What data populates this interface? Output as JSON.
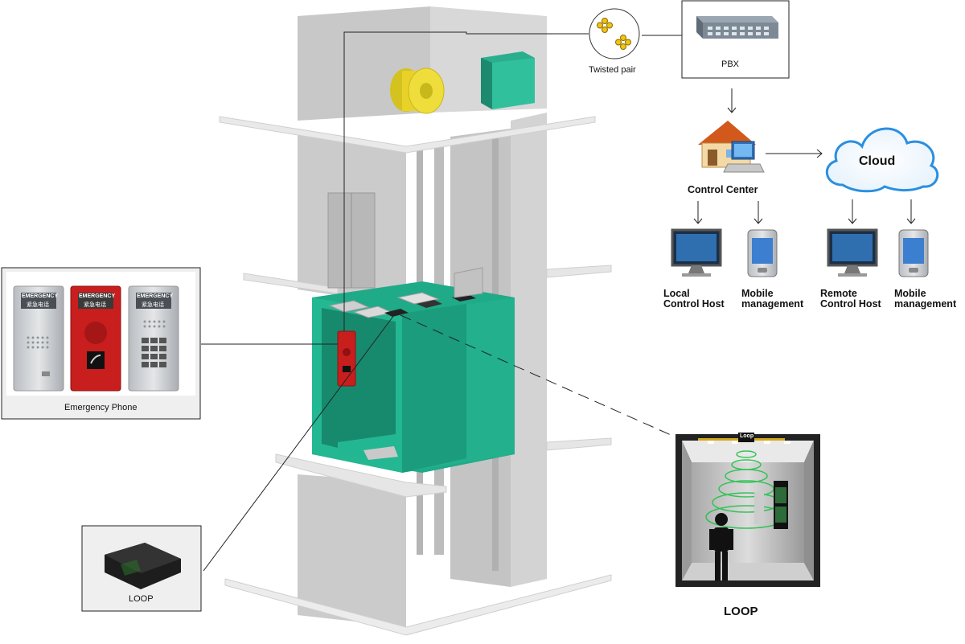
{
  "labels": {
    "twisted_pair": "Twisted pair",
    "pbx": "PBX",
    "control_center": "Control Center",
    "cloud": "Cloud",
    "local_host": "Local\nControl Host",
    "mobile_mgmt_1": "Mobile\nmanagement",
    "remote_host": "Remote\nControl Host",
    "mobile_mgmt_2": "Mobile\nmanagement",
    "emergency_phone": "Emergency Phone",
    "loop_box": "LOOP",
    "loop_big": "LOOP",
    "loop_tag": "Loop"
  },
  "phone_panels": [
    {
      "sign": "EMERGENCY",
      "sub": "紧急电话"
    },
    {
      "sign": "EMERGENCY",
      "sub": "紧急电话"
    },
    {
      "sign": "EMERGENCY",
      "sub": "紧急电话"
    }
  ],
  "colors": {
    "shaft": "#cfcfcf",
    "shaft_light": "#e3e3e3",
    "cabin": "#1faa88",
    "cabin_dark": "#178a6e",
    "phone_red": "#c81e1e",
    "cloud_blue": "#2a8fe0",
    "reel_yellow": "#e8d22a"
  }
}
